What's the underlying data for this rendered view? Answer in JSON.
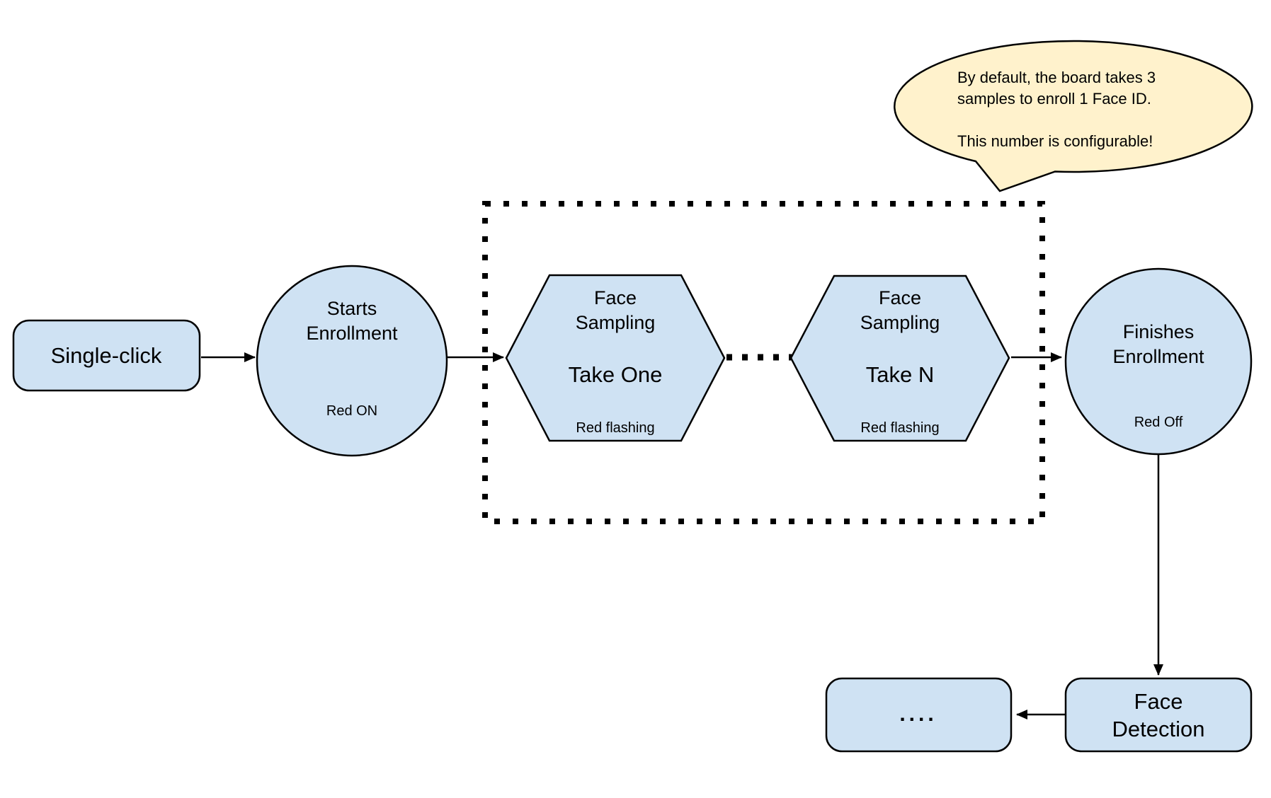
{
  "colors": {
    "node_fill": "#cfe2f3",
    "callout_fill": "#fff2cc",
    "stroke": "#000000",
    "background": "#ffffff"
  },
  "nodes": {
    "single_click": {
      "label": "Single-click"
    },
    "starts_enrollment": {
      "line1": "Starts",
      "line2": "Enrollment",
      "status": "Red ON"
    },
    "face_sampling_one": {
      "line1": "Face",
      "line2": "Sampling",
      "take": "Take One",
      "status": "Red flashing"
    },
    "face_sampling_n": {
      "line1": "Face",
      "line2": "Sampling",
      "take": "Take N",
      "status": "Red flashing"
    },
    "finishes_enrollment": {
      "line1": "Finishes",
      "line2": "Enrollment",
      "status": "Red Off"
    },
    "face_detection": {
      "line1": "Face",
      "line2": "Detection"
    },
    "continuation": {
      "label": "...."
    }
  },
  "callout": {
    "line1": "By default, the board takes 3",
    "line2": "samples to enroll 1 Face ID.",
    "line3": "This number is configurable!"
  }
}
